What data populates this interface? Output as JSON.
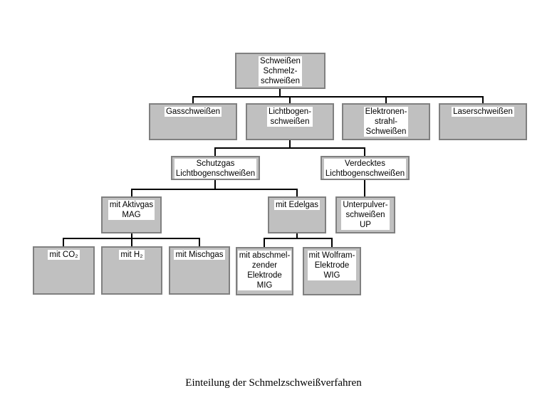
{
  "diagram": {
    "colors": {
      "box_fill": "#c0c0c0",
      "box_border": "#808080",
      "text_highlight": "#ffffff",
      "connector": "#000000",
      "background": "#ffffff"
    },
    "nodes": {
      "root": "Schweißen\nSchmelz-\nschweißen",
      "gasschweissen": "Gasschweißen",
      "lichtbogenschweissen": "Lichtbogen-\nschweißen",
      "elektronenstrahlschweissen": "Elektronen-\nstrahl-\nSchweißen",
      "laserschweissen": "Laserschweißen",
      "schutzgas": "Schutzgas\nLichtbogenschweißen",
      "verdecktes": "Verdecktes\nLichtbogenschweißen",
      "aktivgas_mag": "mit Aktivgas\nMAG",
      "edelgas": "mit Edelgas",
      "unterpulver_up": "Unterpulver-\nschweißen\nUP",
      "co2": "mit CO₂",
      "h2": "mit H₂",
      "mischgas": "mit Mischgas",
      "mig": "mit abschmel-\nzender\nElektrode\nMIG",
      "wig": "mit Wolfram-\nElektrode\nWIG"
    },
    "caption": "Einteilung der Schmelzschweißverfahren"
  }
}
